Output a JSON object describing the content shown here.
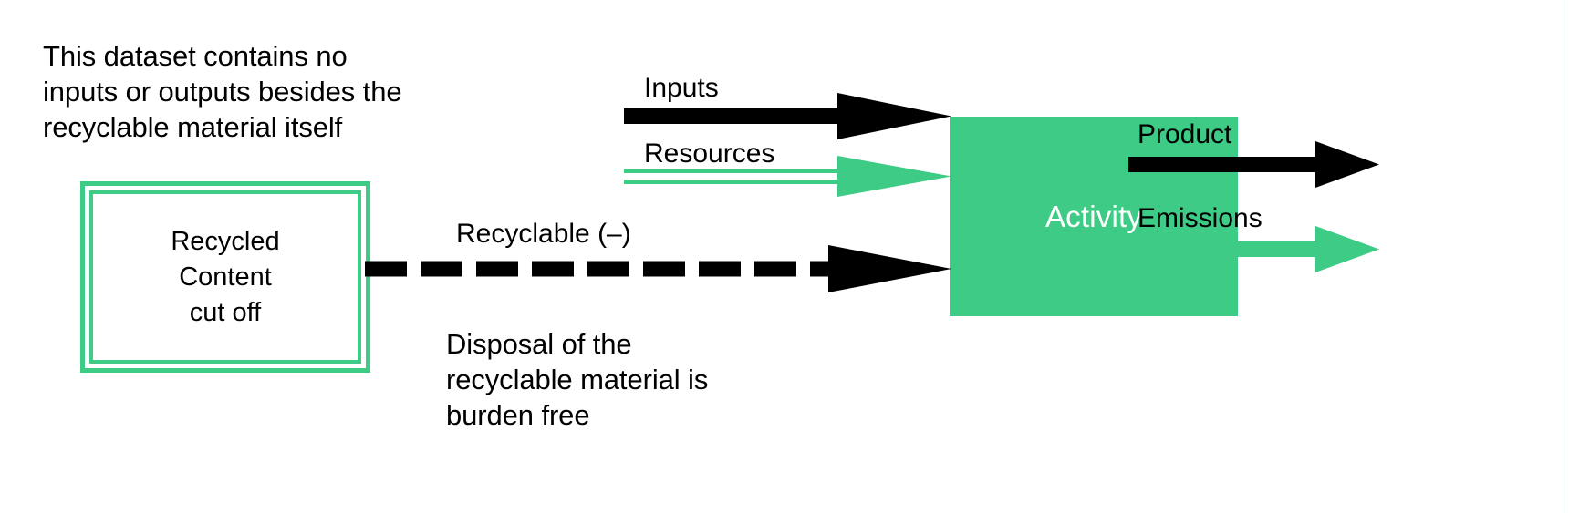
{
  "diagram": {
    "title_note": "This dataset contains no\ninputs or outputs besides the\nrecyclable material itself",
    "bottom_note": "Disposal of the\nrecyclable material is\nburden free",
    "cutoff_box": {
      "label": "Recycled\nContent\ncut off"
    },
    "activity_box": {
      "label": "Activity"
    },
    "flows": {
      "inputs": "Inputs",
      "resources": "Resources",
      "recyclable": "Recyclable (–)",
      "product": "Product",
      "emissions": "Emissions"
    }
  },
  "colors": {
    "green": "#3ecb85",
    "black": "#000000",
    "white": "#ffffff",
    "edge_rule": "#2d3b35"
  },
  "icons": {
    "inputs_arrow": "solid-black-arrow-right",
    "resources_arrow": "double-line-green-arrow-right",
    "recyclable_arrow": "dashed-black-arrow-right",
    "product_arrow": "solid-black-arrow-right",
    "emissions_arrow": "solid-green-arrow-right"
  }
}
